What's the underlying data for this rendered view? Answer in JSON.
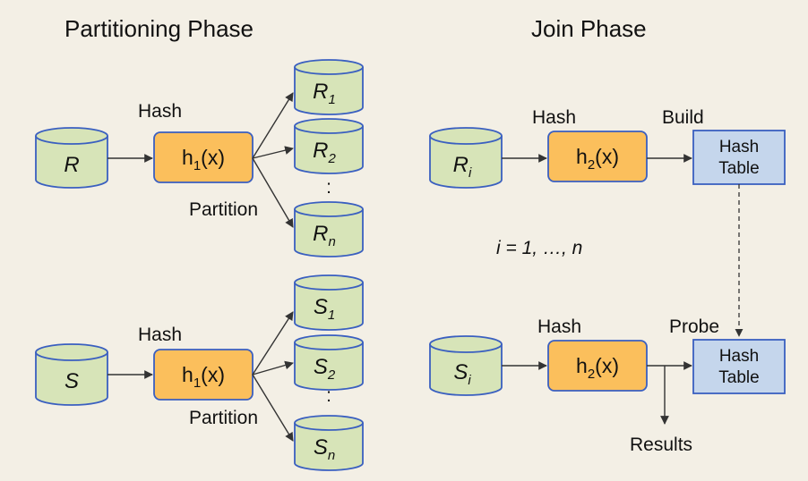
{
  "titles": {
    "partitioning": "Partitioning Phase",
    "join": "Join Phase"
  },
  "colors": {
    "background": "#f3efe5",
    "cylinder_fill": "#d7e4b8",
    "cylinder_stroke": "#3a5fc0",
    "function_fill": "#fbbf5c",
    "function_stroke": "#3a5fc0",
    "table_fill": "#c5d6ec",
    "table_stroke": "#3a5fc0",
    "arrow": "#333333"
  },
  "partitioning": {
    "r_group": {
      "source": "R",
      "hash_label": "Hash",
      "function": {
        "base": "h",
        "sub": "1",
        "tail": "(x)"
      },
      "partition_label": "Partition",
      "outputs": [
        {
          "base": "R",
          "sub": "1"
        },
        {
          "base": "R",
          "sub": "2"
        },
        {
          "base": "R",
          "sub": "n"
        }
      ],
      "ellipsis": ":"
    },
    "s_group": {
      "source": "S",
      "hash_label": "Hash",
      "function": {
        "base": "h",
        "sub": "1",
        "tail": "(x)"
      },
      "partition_label": "Partition",
      "outputs": [
        {
          "base": "S",
          "sub": "1"
        },
        {
          "base": "S",
          "sub": "2"
        },
        {
          "base": "S",
          "sub": "n"
        }
      ],
      "ellipsis": ":"
    }
  },
  "join": {
    "build_row": {
      "source": {
        "base": "R",
        "sub": "i"
      },
      "hash_label": "Hash",
      "function": {
        "base": "h",
        "sub": "2",
        "tail": "(x)"
      },
      "action_label": "Build",
      "table": {
        "line1": "Hash",
        "line2": "Table"
      }
    },
    "iteration": "i = 1, …, n",
    "probe_row": {
      "source": {
        "base": "S",
        "sub": "i"
      },
      "hash_label": "Hash",
      "function": {
        "base": "h",
        "sub": "2",
        "tail": "(x)"
      },
      "action_label": "Probe",
      "table": {
        "line1": "Hash",
        "line2": "Table"
      },
      "results_label": "Results"
    }
  }
}
